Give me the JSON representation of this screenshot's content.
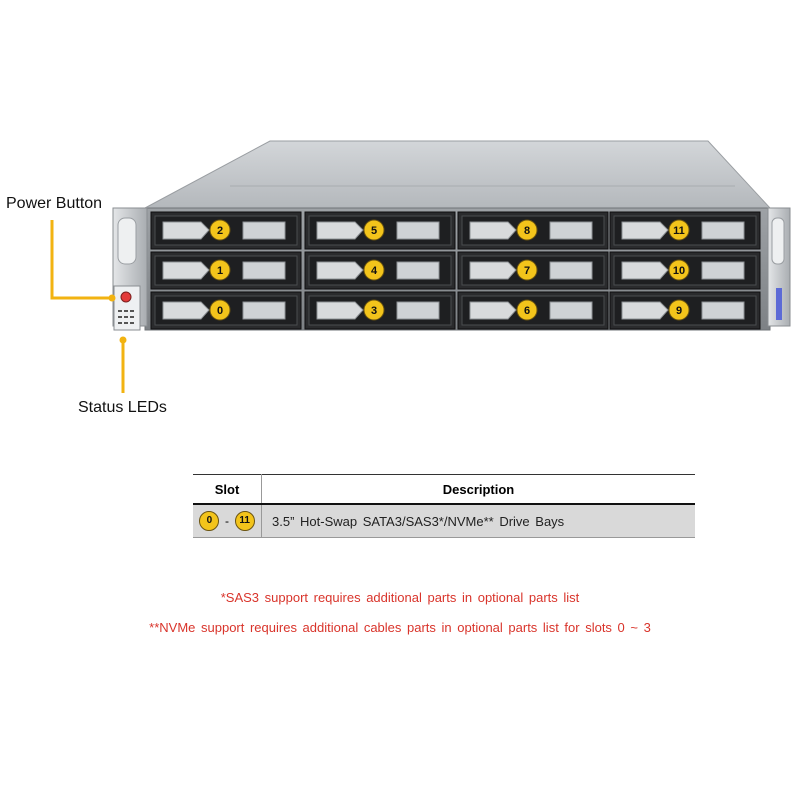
{
  "callouts": {
    "power_button": "Power Button",
    "status_leds": "Status LEDs"
  },
  "drive_slots": [
    {
      "label": "2"
    },
    {
      "label": "1"
    },
    {
      "label": "0"
    },
    {
      "label": "5"
    },
    {
      "label": "4"
    },
    {
      "label": "3"
    },
    {
      "label": "8"
    },
    {
      "label": "7"
    },
    {
      "label": "6"
    },
    {
      "label": "11"
    },
    {
      "label": "10"
    },
    {
      "label": "9"
    }
  ],
  "table": {
    "headers": [
      "Slot",
      "Description"
    ],
    "row": {
      "slot_from": "0",
      "slot_sep": "-",
      "slot_to": "11",
      "description": "3.5” Hot-Swap SATA3/SAS3*/NVMe** Drive Bays"
    }
  },
  "notes": {
    "sas3": "*SAS3 support requires additional parts in optional parts list",
    "nvme": "**NVMe support requires additional cables parts in optional parts list for slots 0 ~ 3"
  },
  "colors": {
    "callout_line": "#f2b311",
    "slot_badge": "#f3c41b",
    "note_text": "#d9342b",
    "chassis_top": "#c9cccf",
    "bay_dark": "#1e1f21"
  }
}
